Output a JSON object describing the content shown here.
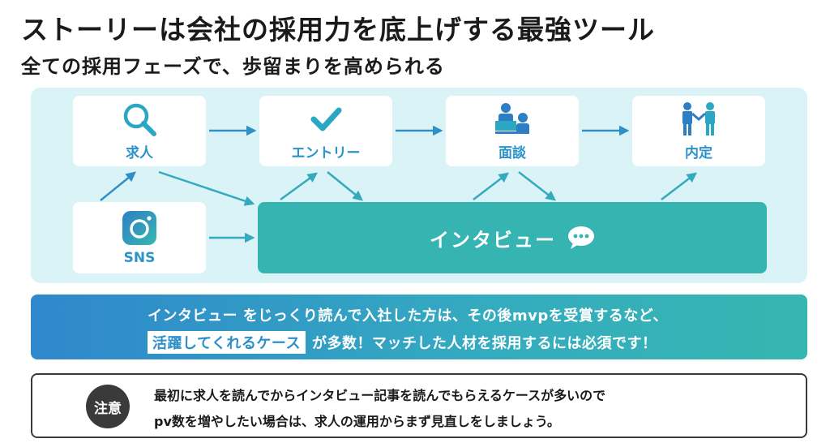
{
  "header": {
    "title": "ストーリーは会社の採用力を底上げする最強ツール",
    "subtitle": "全ての採用フェーズで、歩留まりを高められる"
  },
  "flow": {
    "nodes": {
      "recruit": {
        "label": "求人",
        "icon": "search-icon"
      },
      "entry": {
        "label": "エントリー",
        "icon": "checkmark-icon"
      },
      "interview_meeting": {
        "label": "面談",
        "icon": "meeting-icon"
      },
      "offer": {
        "label": "内定",
        "icon": "handshake-icon"
      },
      "sns": {
        "label": "SNS",
        "icon": "instagram-icon"
      }
    },
    "interview_box": {
      "label": "インタビュー",
      "icon": "chat-bubble-icon"
    }
  },
  "message": {
    "line1": "インタビュー をじっくり読んで入社した方は、その後mvpを受賞するなど、",
    "highlight": "活躍してくれるケース",
    "line2_rest": "が多数！マッチした人材を採用するには必須です！"
  },
  "note": {
    "badge": "注意",
    "line1": "最初に求人を読んでからインタビュー記事を読んでもらえるケースが多いので",
    "line2": "pv数を増やしたい場合は、求人の運用からまず見直しをしましょう。"
  },
  "colors": {
    "panel_bg": "#d9f3f7",
    "accent_blue": "#2a93c8",
    "teal": "#35b4b2",
    "arrow": "#2f8fc7",
    "dark": "#3a3a3a"
  }
}
